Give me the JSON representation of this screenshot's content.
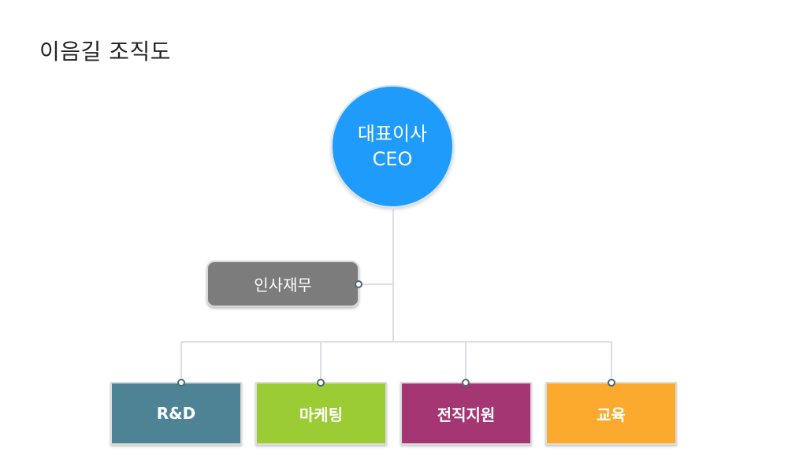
{
  "title": "이음길 조직도",
  "ceo": {
    "line1": "대표이사",
    "line2": "CEO",
    "color": "#1e9bfb"
  },
  "staff": {
    "label": "인사재무",
    "color": "#7c7c7c"
  },
  "departments": [
    {
      "label": "R&D",
      "color": "#4e8396"
    },
    {
      "label": "마케팅",
      "color": "#9ccc33"
    },
    {
      "label": "전직지원",
      "color": "#a43673"
    },
    {
      "label": "교육",
      "color": "#fbaa2e"
    }
  ],
  "connector_color": "#dcdde8"
}
